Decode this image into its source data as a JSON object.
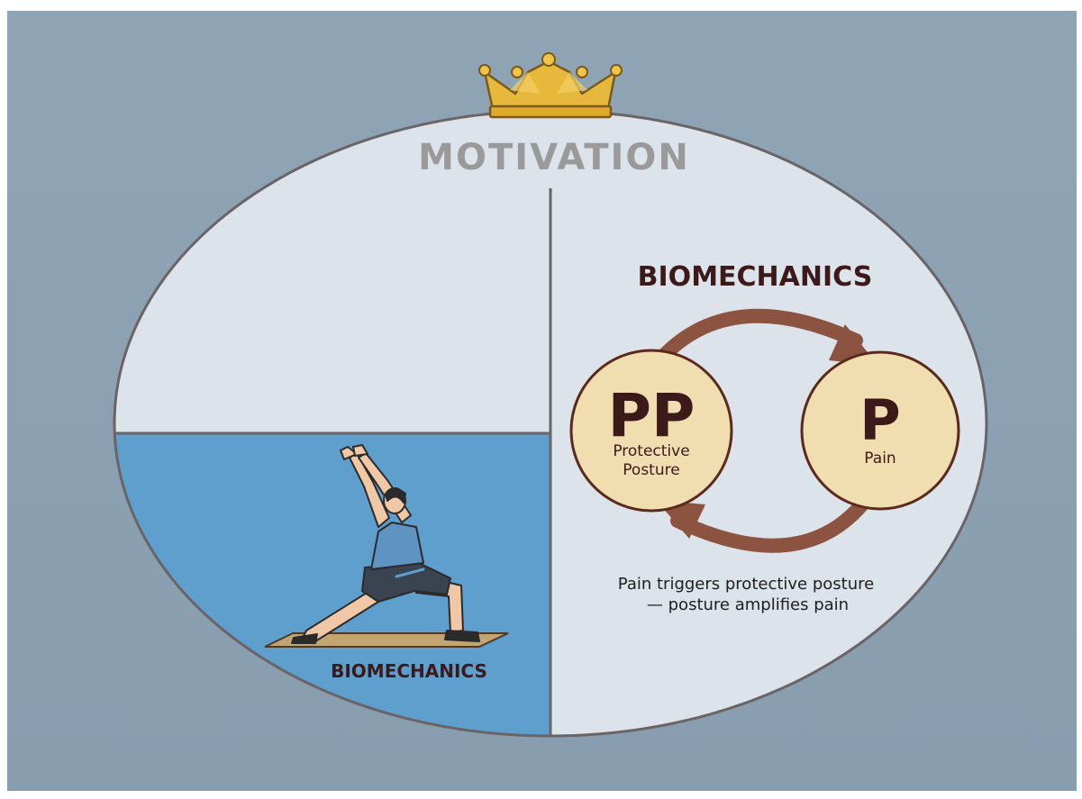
{
  "diagram": {
    "top_label": "MOTIVATION",
    "right_quadrant": {
      "title": "BIOMECHANICS",
      "left_node": {
        "abbr": "PP",
        "label_line1": "Protective",
        "label_line2": "Posture"
      },
      "right_node": {
        "abbr": "P",
        "label": "Pain"
      },
      "caption_line1": "Pain triggers protective posture",
      "caption_line2": "— posture amplifies pain"
    },
    "bottom_left_quadrant": {
      "label": "BIOMECHANICS"
    }
  },
  "colors": {
    "background": "#8ba2b2",
    "ellipse_fill": "#dde3ea",
    "ellipse_stroke": "#6b6467",
    "blue_quadrant": "#5f9fcd",
    "title_gray": "#9a9a9a",
    "dark_brown": "#3d1a1a",
    "node_fill": "#f0ddb0",
    "node_stroke": "#5a2a1c",
    "arrow": "#8d5341",
    "crown": "#e6b83c"
  }
}
